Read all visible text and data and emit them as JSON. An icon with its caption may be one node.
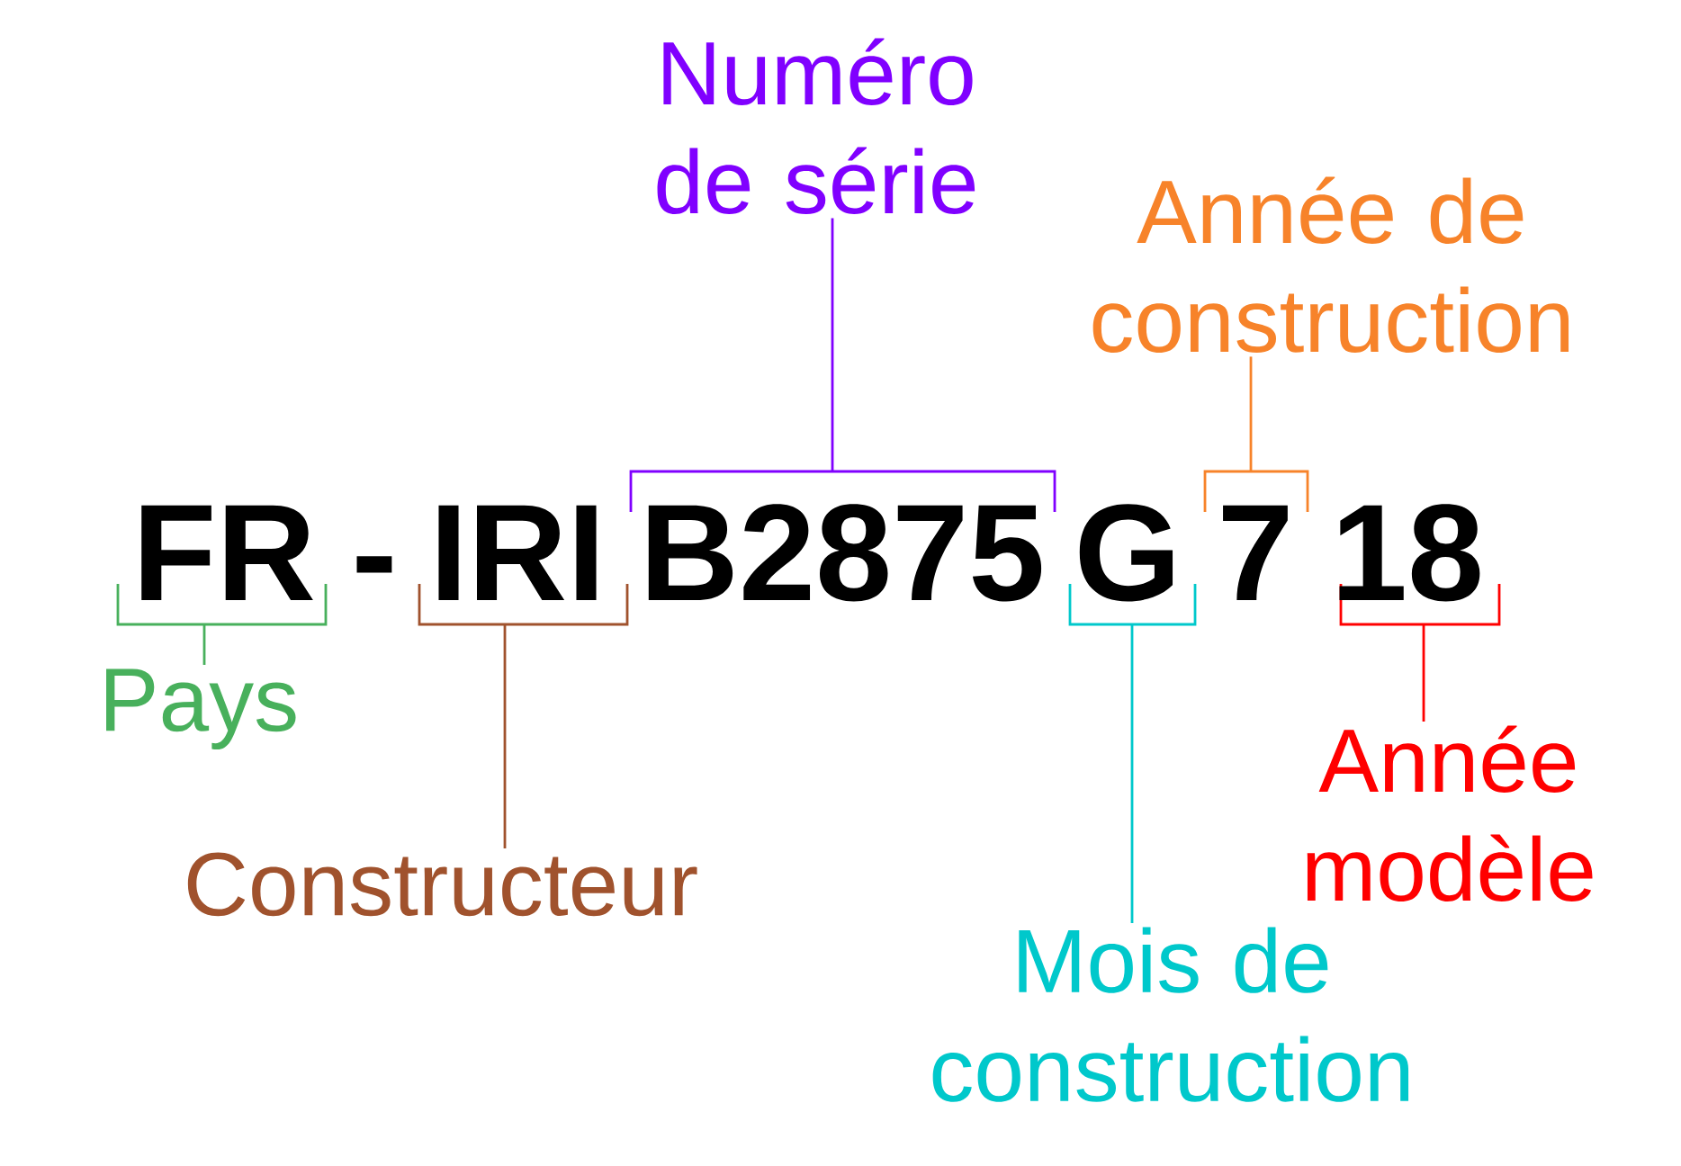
{
  "diagram": {
    "nodes": [
      {
        "text": [
          "Numéro de série"
        ]
      },
      {
        "text": [
          "Année de construction"
        ]
      },
      {
        "text": [
          "FR"
        ]
      },
      {
        "text": [
          "IRI"
        ]
      },
      {
        "text": [
          "B2875"
        ]
      },
      {
        "text": [
          "G"
        ]
      },
      {
        "text": [
          "7"
        ]
      },
      {
        "text": [
          "18"
        ]
      },
      {
        "text": [
          "Pays"
        ]
      },
      {
        "text": [
          "Année modèle"
        ]
      },
      {
        "text": [
          "Constructeur"
        ]
      },
      {
        "text": [
          "Mois de construction"
        ]
      }
    ],
    "edges": [
      {
        "from": 0,
        "to": 4,
        "arrow": "none",
        "color": "#8000ff"
      },
      {
        "from": 1,
        "to": 6,
        "arrow": "none",
        "color": "#f7832a"
      },
      {
        "from": 8,
        "to": 2,
        "arrow": "none",
        "color": "#48b05c"
      },
      {
        "from": 10,
        "to": 3,
        "arrow": "none",
        "color": "#a0522d"
      },
      {
        "from": 11,
        "to": 5,
        "arrow": "none",
        "color": "#00c8cb"
      },
      {
        "from": 9,
        "to": 7,
        "arrow": "none",
        "color": "#ff0000"
      }
    ],
    "labels": [
      "-"
    ]
  }
}
